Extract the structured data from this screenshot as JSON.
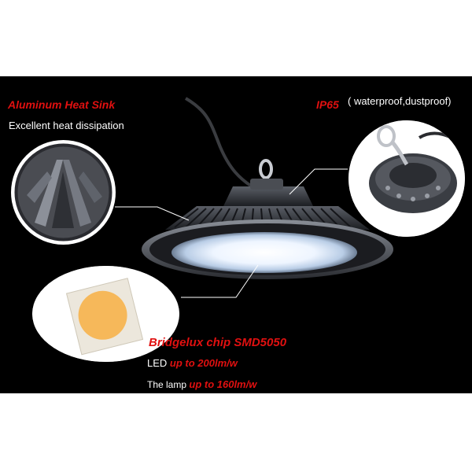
{
  "heat_sink": {
    "title": "Aluminum Heat Sink",
    "subtitle": "Excellent heat dissipation"
  },
  "ip_rating": {
    "title": "IP65",
    "detail": "( waterproof,dustproof)"
  },
  "chip": {
    "title": "Bridgelux chip  SMD5050",
    "led_label": "LED",
    "led_value": "up to 200lm/w",
    "lamp_label": "The lamp",
    "lamp_value": "up to 160lm/w"
  },
  "colors": {
    "background": "#000000",
    "accent_red": "#e01010",
    "text_white": "#ffffff",
    "chip_yellow": "#f6b85a"
  }
}
